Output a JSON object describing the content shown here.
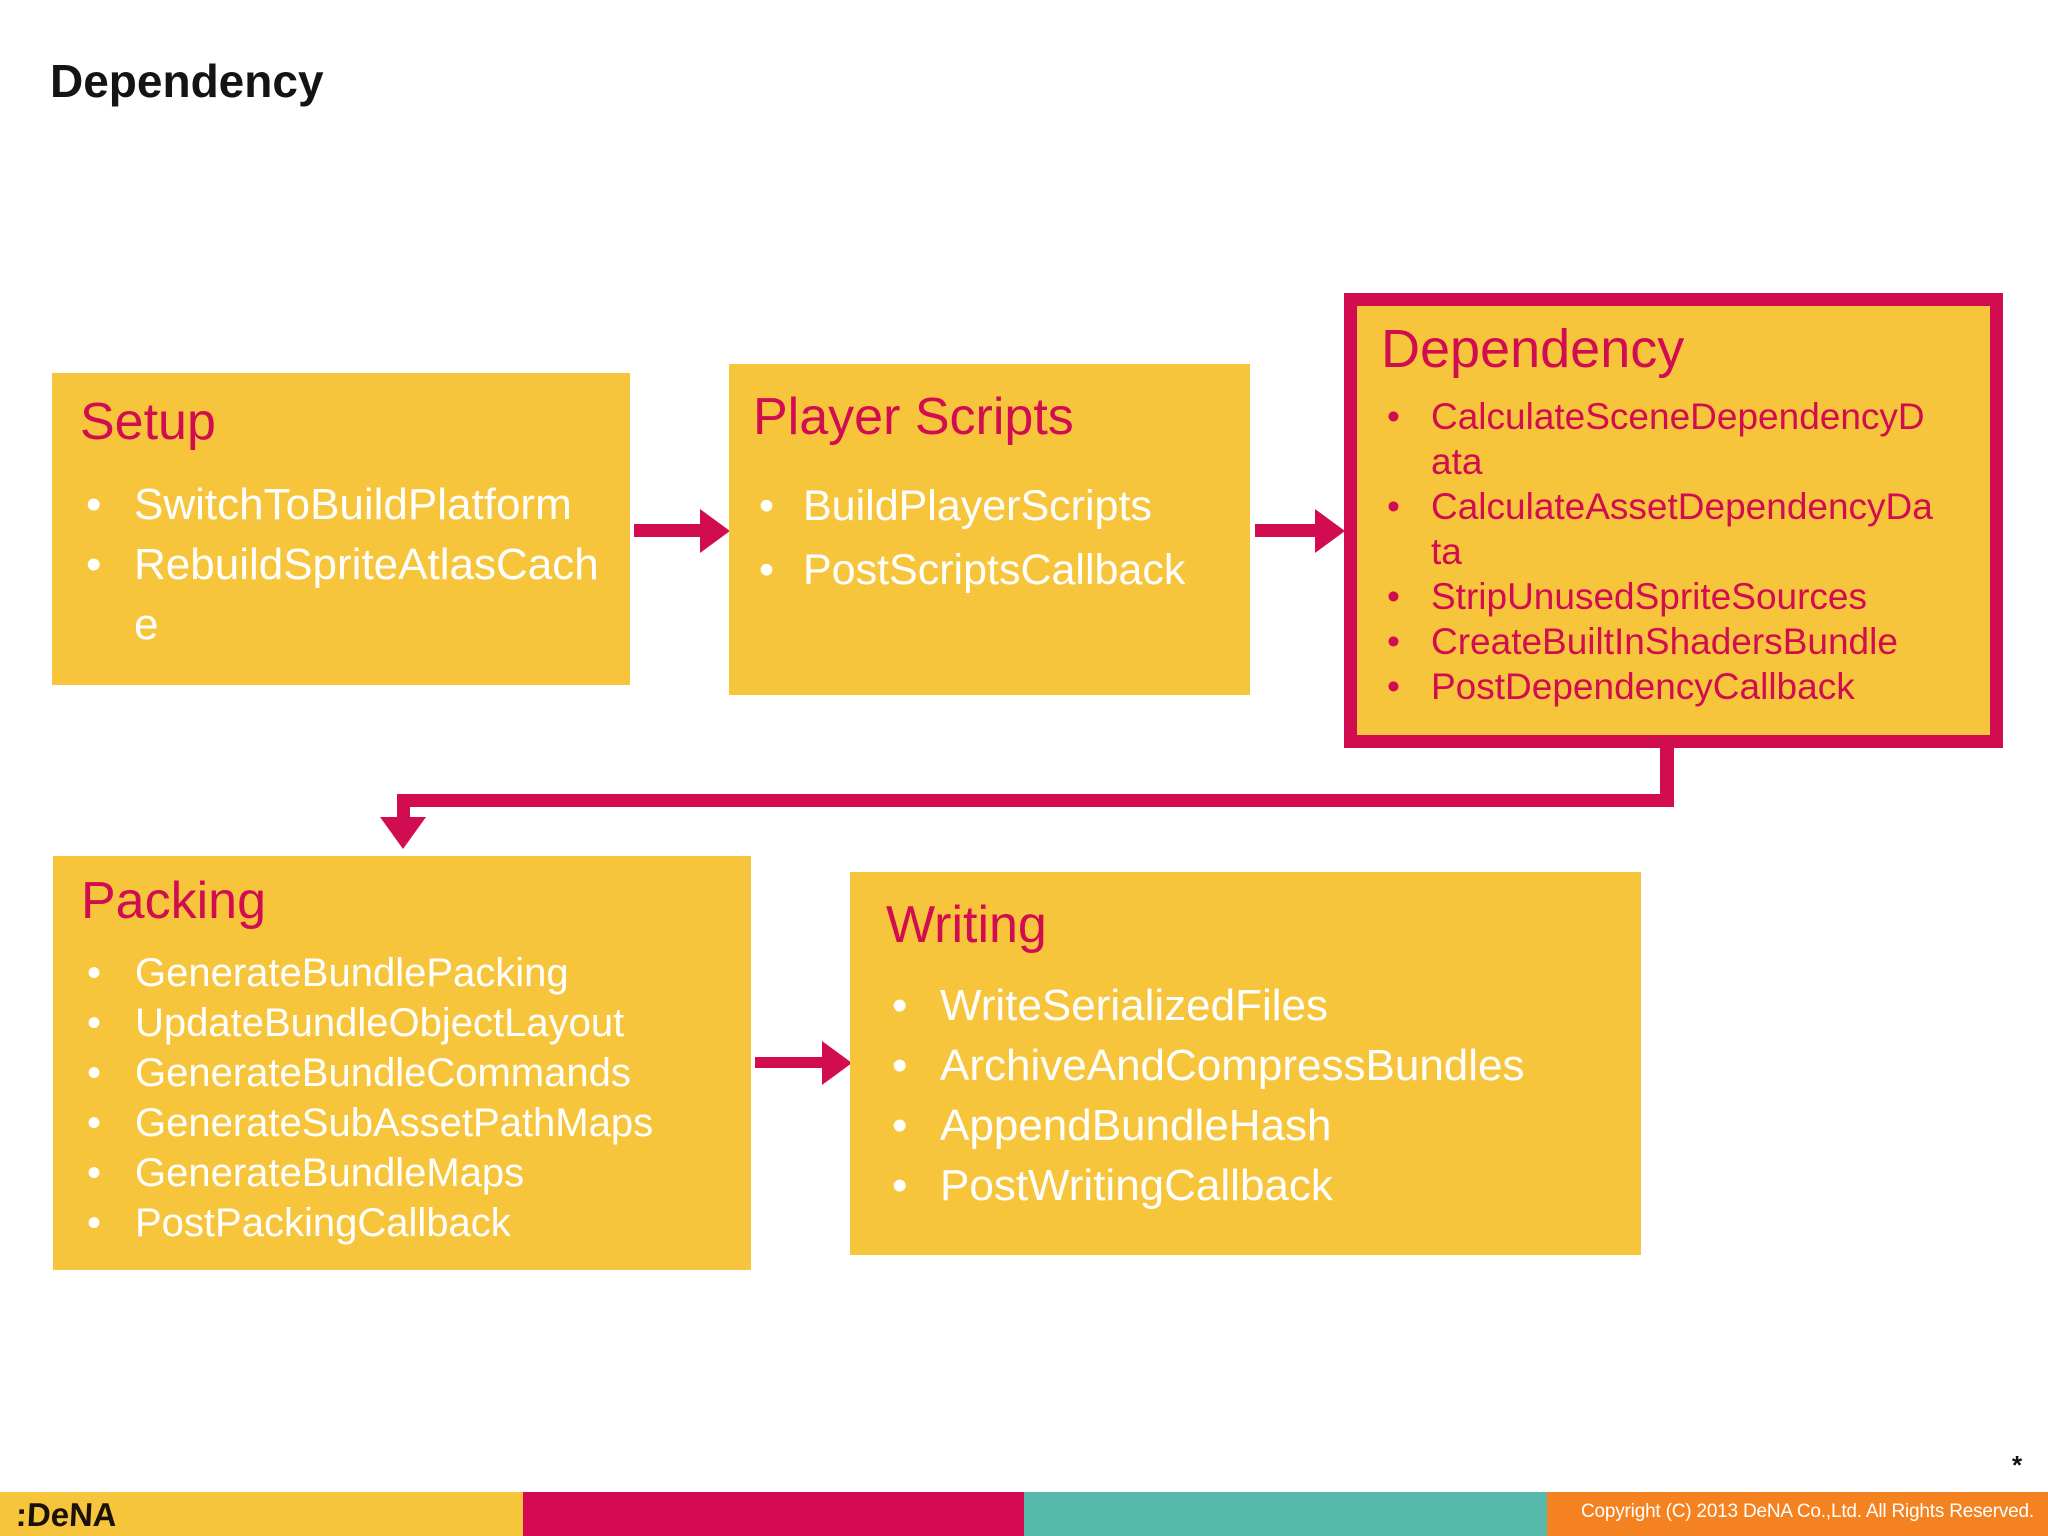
{
  "slide": {
    "title": "Dependency",
    "footnote": "*"
  },
  "boxes": {
    "setup": {
      "title": "Setup",
      "items": [
        "SwitchToBuildPlatform",
        "RebuildSpriteAtlasCache"
      ]
    },
    "player_scripts": {
      "title": "Player Scripts",
      "items": [
        "BuildPlayerScripts",
        "PostScriptsCallback"
      ]
    },
    "dependency": {
      "title": "Dependency",
      "items": [
        "CalculateSceneDependencyData",
        "CalculateAssetDependencyData",
        "StripUnusedSpriteSources",
        "CreateBuiltInShadersBundle",
        "PostDependencyCallback"
      ]
    },
    "packing": {
      "title": "Packing",
      "items": [
        "GenerateBundlePacking",
        "UpdateBundleObjectLayout",
        "GenerateBundleCommands",
        "GenerateSubAssetPathMaps",
        "GenerateBundleMaps",
        "PostPackingCallback"
      ]
    },
    "writing": {
      "title": "Writing",
      "items": [
        "WriteSerializedFiles",
        "ArchiveAndCompressBundles",
        "AppendBundleHash",
        "PostWritingCallback"
      ]
    }
  },
  "footer": {
    "logo": ":DeNA",
    "copyright": "Copyright (C) 2013 DeNA Co.,Ltd. All Rights Reserved."
  },
  "colors": {
    "box_yellow": "#F7C53B",
    "accent_crimson": "#D20C50",
    "footer_crimson": "#D60A52",
    "footer_teal": "#57B9AC",
    "footer_orange": "#F58220"
  }
}
